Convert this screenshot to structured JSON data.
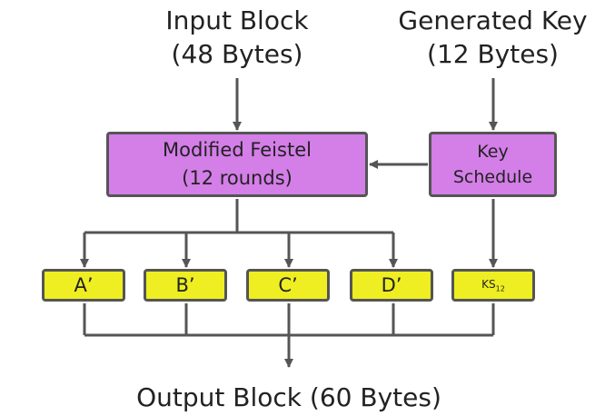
{
  "input": {
    "title": "Input Block",
    "size": "(48 Bytes)"
  },
  "key": {
    "title": "Generated Key",
    "size": "(12 Bytes)"
  },
  "feistel": {
    "line1": "Modified Feistel",
    "line2": "(12 rounds)"
  },
  "schedule": {
    "line1": "Key",
    "line2": "Schedule"
  },
  "outputs": {
    "a": "A’",
    "b": "B’",
    "c": "C’",
    "d": "D’",
    "ks": "KS",
    "ks_sub": "12"
  },
  "output": {
    "label": "Output Block (60 Bytes)"
  },
  "colors": {
    "process": "#d47ee8",
    "output_block": "#eeee22",
    "stroke": "#555555"
  }
}
